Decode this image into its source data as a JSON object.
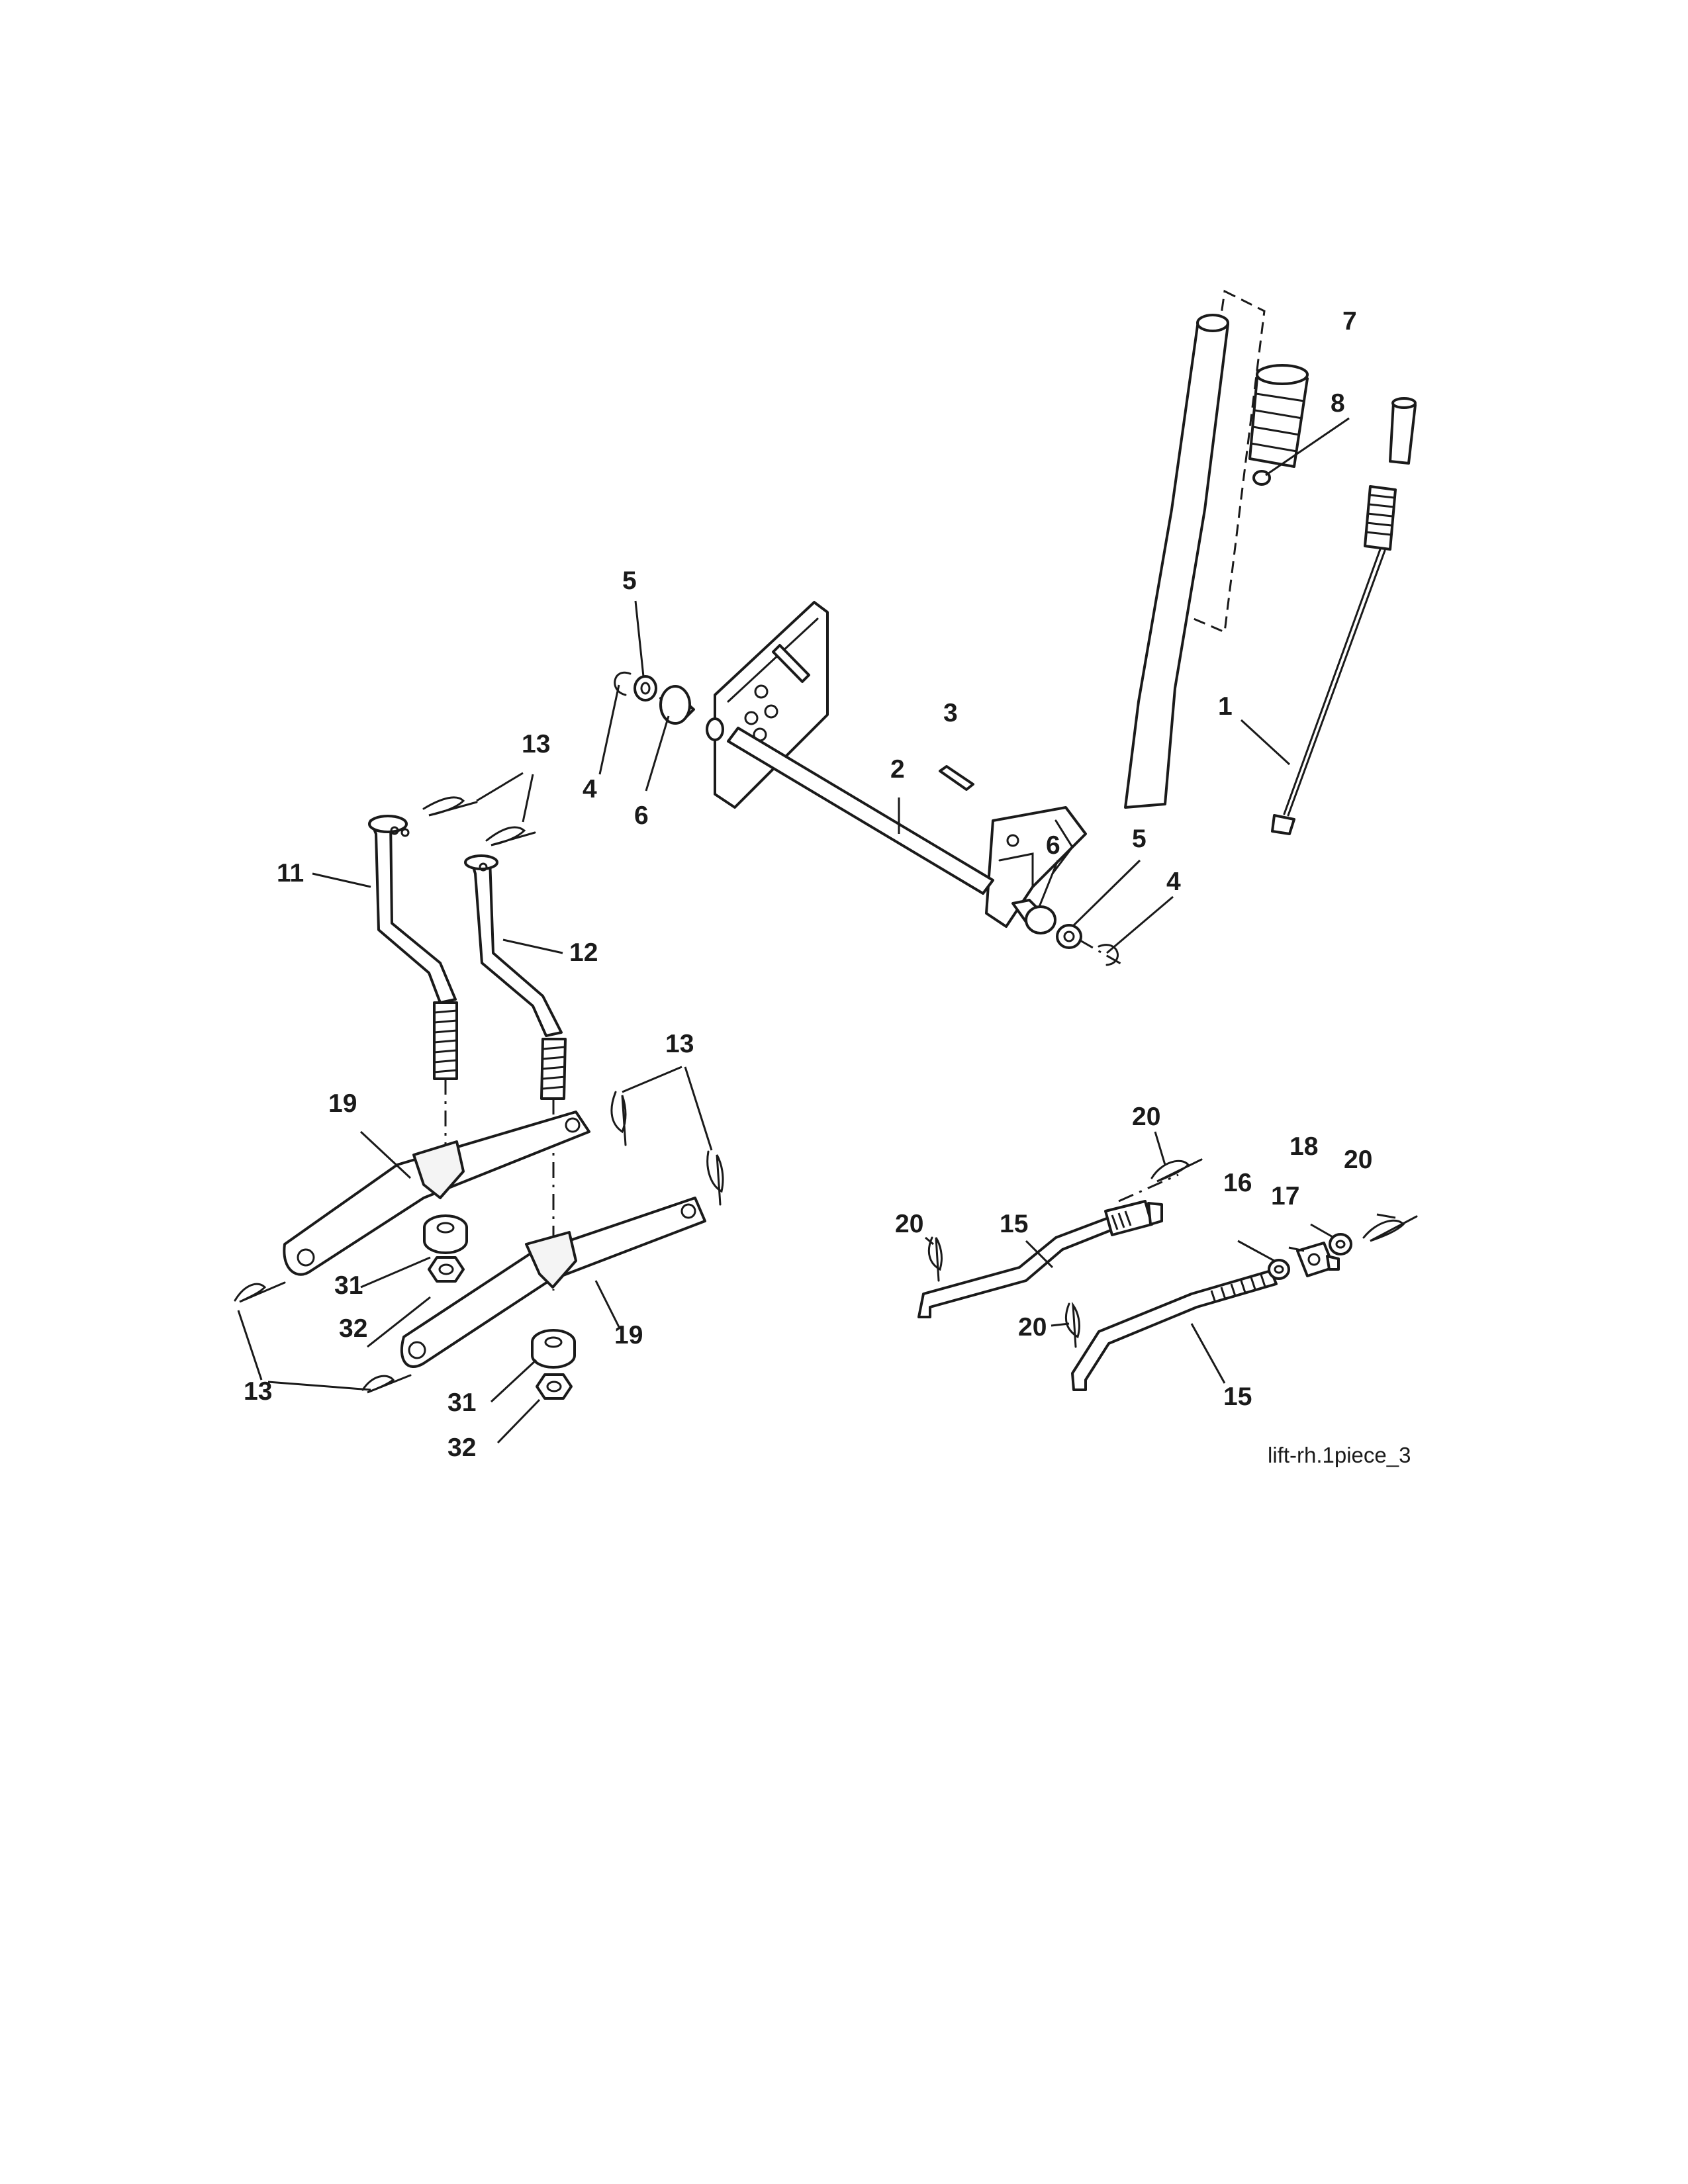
{
  "diagram": {
    "caption": "lift-rh.1piece_3",
    "callouts": {
      "c1": "1",
      "c2": "2",
      "c3": "3",
      "c4a": "4",
      "c4b": "4",
      "c5a": "5",
      "c5b": "5",
      "c6a": "6",
      "c6b": "6",
      "c7": "7",
      "c8": "8",
      "c11": "11",
      "c12": "12",
      "c13a": "13",
      "c13b": "13",
      "c13c": "13",
      "c15a": "15",
      "c15b": "15",
      "c16": "16",
      "c17": "17",
      "c18": "18",
      "c19a": "19",
      "c19b": "19",
      "c20a": "20",
      "c20b": "20",
      "c20c": "20",
      "c20d": "20",
      "c31a": "31",
      "c31b": "31",
      "c32a": "32",
      "c32b": "32"
    }
  }
}
